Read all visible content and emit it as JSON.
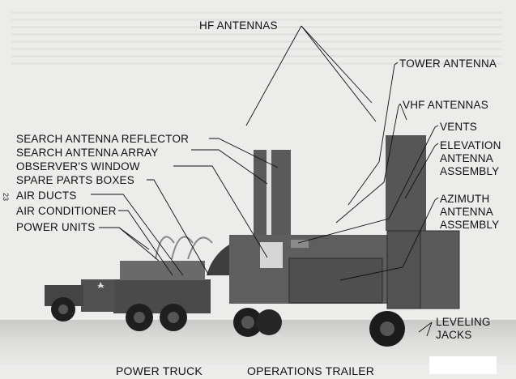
{
  "page": {
    "page_number": "23",
    "figure": {
      "top_labels": [
        {
          "id": "hf-antennas",
          "text": "HF ANTENNAS"
        }
      ],
      "left_labels": [
        {
          "id": "search-antenna-reflector",
          "text": "SEARCH ANTENNA REFLECTOR"
        },
        {
          "id": "search-antenna-array",
          "text": "SEARCH ANTENNA ARRAY"
        },
        {
          "id": "observers-window",
          "text": "OBSERVER'S WINDOW"
        },
        {
          "id": "spare-parts-boxes",
          "text": "SPARE PARTS BOXES"
        },
        {
          "id": "air-ducts",
          "text": "AIR DUCTS"
        },
        {
          "id": "air-conditioner",
          "text": "AIR CONDITIONER"
        },
        {
          "id": "power-units",
          "text": "POWER UNITS"
        }
      ],
      "right_labels": [
        {
          "id": "tower-antenna",
          "text": "TOWER ANTENNA"
        },
        {
          "id": "vhf-antennas",
          "text": "VHF ANTENNAS"
        },
        {
          "id": "vents",
          "text": "VENTS"
        },
        {
          "id": "elevation-antenna-assembly",
          "text": "ELEVATION ANTENNA ASSEMBLY"
        },
        {
          "id": "azimuth-antenna-assembly",
          "text": "AZIMUTH ANTENNA ASSEMBLY"
        },
        {
          "id": "leveling-jacks",
          "text": "LEVELING JACKS"
        }
      ],
      "bottom_captions": [
        {
          "id": "power-truck",
          "text": "POWER TRUCK"
        },
        {
          "id": "operations-trailer",
          "text": "OPERATIONS TRAILER"
        }
      ]
    }
  }
}
